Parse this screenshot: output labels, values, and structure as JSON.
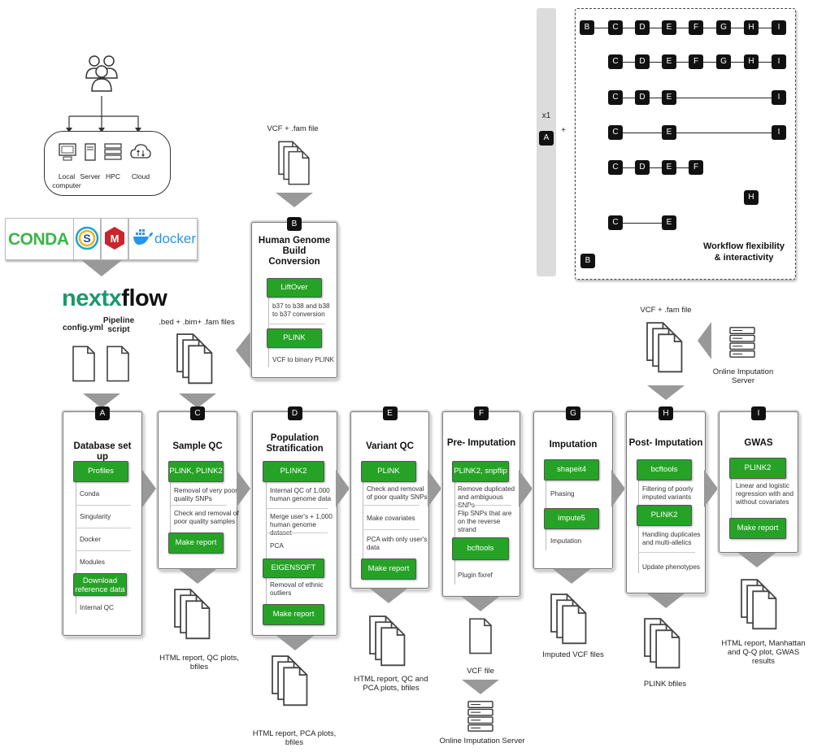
{
  "users": {
    "platforms": [
      "Local computer",
      "Server",
      "HPC",
      "Cloud"
    ]
  },
  "packaging": [
    "CONDA",
    "docker"
  ],
  "nextflow": {
    "brand": "next",
    "brand_x": "x",
    "brand_flow": "flow",
    "config": "config.yml",
    "pipeline": "Pipeline script"
  },
  "inputs": {
    "vcf_fam_b": "VCF + .fam file",
    "bed_bim_fam": ".bed + .bim+ .fam files",
    "vcf_fam_h": "VCF + .fam file",
    "online_server_h": "Online Imputation Server"
  },
  "stages": {
    "A": {
      "letter": "A",
      "title": "Database set up",
      "tools": [
        "Profiles",
        "Download reference data"
      ],
      "steps": [
        "Conda",
        "Singularity",
        "Docker",
        "Modules",
        "Internal QC"
      ]
    },
    "B": {
      "letter": "B",
      "title": "Human Genome Build Conversion",
      "tools": [
        "LiftOver",
        "PLINK"
      ],
      "steps": [
        "b37 to b38 and b38 to b37 conversion",
        "VCF to binary PLINK"
      ]
    },
    "C": {
      "letter": "C",
      "title": "Sample QC",
      "tools": [
        "PLINK, PLINK2",
        "Make report"
      ],
      "steps": [
        "Removal of very poor quality SNPs",
        "Check and removal of poor quality samples"
      ]
    },
    "D": {
      "letter": "D",
      "title": "Population Stratification",
      "tools": [
        "PLINK2",
        "EIGENSOFT",
        "Make report"
      ],
      "steps": [
        "Internal QC of 1,000 human genome data",
        "Merge user's + 1,000 human genome dataset",
        "PCA",
        "Removal of ethnic outliers"
      ]
    },
    "E": {
      "letter": "E",
      "title": "Variant QC",
      "tools": [
        "PLINK",
        "Make report"
      ],
      "steps": [
        "Check and removal of poor quality SNPs",
        "Make covariates",
        "PCA with only user's data"
      ]
    },
    "F": {
      "letter": "F",
      "title": "Pre- Imputation",
      "tools": [
        "PLINK2, snpflip",
        "bcftools"
      ],
      "steps": [
        "Remove duplicated and ambiguous SNPs",
        "Flip SNPs that are on the reverse strand",
        "Plugin fixref"
      ]
    },
    "G": {
      "letter": "G",
      "title": "Imputation",
      "tools": [
        "shapeit4",
        "impute5"
      ],
      "steps": [
        "Phasing",
        "Imputation"
      ]
    },
    "H": {
      "letter": "H",
      "title": "Post- Imputation",
      "tools": [
        "bcftools",
        "PLINK2"
      ],
      "steps": [
        "Filtering of poorly imputed variants",
        "Handling duplicates and multi-allelics",
        "Update phenotypes"
      ]
    },
    "I": {
      "letter": "I",
      "title": "GWAS",
      "tools": [
        "PLINK2",
        "Make report"
      ],
      "steps": [
        "Linear and logistic regression with and without covariates"
      ]
    }
  },
  "outputs": {
    "C": "HTML report, QC plots, bfiles",
    "D": "HTML report, PCA plots, bfiles",
    "E": "HTML report, QC and PCA plots, bfiles",
    "F": "VCF file",
    "F_server": "Online Imputation Server",
    "G": "Imputed VCF files",
    "H": "PLINK bfiles",
    "I": "HTML report, Manhattan and Q-Q plot, GWAS results"
  },
  "flex": {
    "x1": "x1",
    "plus": "+",
    "a_node": "A",
    "title": "Workflow flexibility & interactivity",
    "corner": "B",
    "rows": [
      [
        "B",
        "C",
        "D",
        "E",
        "F",
        "G",
        "H",
        "I"
      ],
      [
        "C",
        "D",
        "E",
        "F",
        "G",
        "H",
        "I"
      ],
      [
        "C",
        "D",
        "E",
        "I"
      ],
      [
        "C",
        "E",
        "I"
      ],
      [
        "C",
        "D",
        "E",
        "F"
      ],
      [
        "H"
      ],
      [
        "C",
        "E"
      ]
    ]
  }
}
